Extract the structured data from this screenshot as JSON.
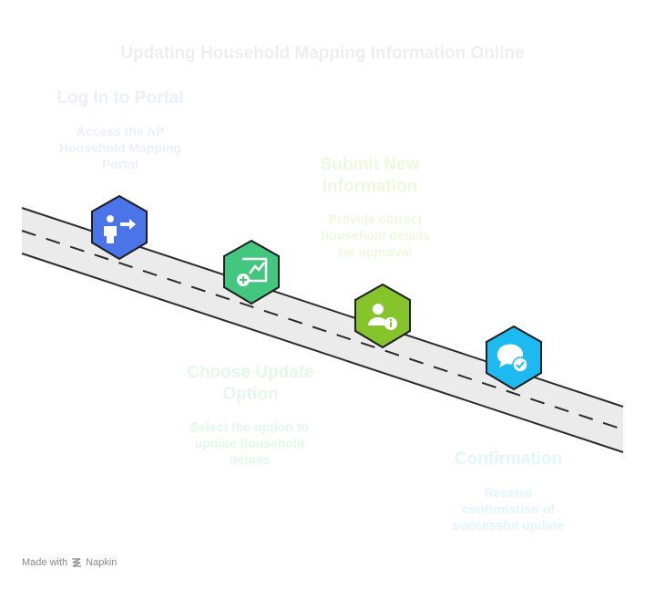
{
  "title": "Updating Household Mapping Information Online",
  "steps": [
    {
      "title": "Log In to Portal",
      "description": "Access the AP Household Mapping Portal",
      "icon": "person-arrow-icon",
      "color": "#4a74e8",
      "text_color": "#e9effd"
    },
    {
      "title": "Choose Update Option",
      "description": "Select the option to update household details",
      "icon": "edit-add-icon",
      "color": "#43c77f",
      "text_color": "#e3f7ec"
    },
    {
      "title": "Submit New Information",
      "description": "Provide correct household details for approval",
      "icon": "user-info-icon",
      "color": "#85c42b",
      "text_color": "#eff8dd"
    },
    {
      "title": "Confirmation",
      "description": "Receive confirmation of successful update",
      "icon": "chat-check-icon",
      "color": "#1cbaf0",
      "text_color": "#e1f5fd"
    }
  ],
  "footer": {
    "made_with": "Made with",
    "brand": "Napkin"
  }
}
